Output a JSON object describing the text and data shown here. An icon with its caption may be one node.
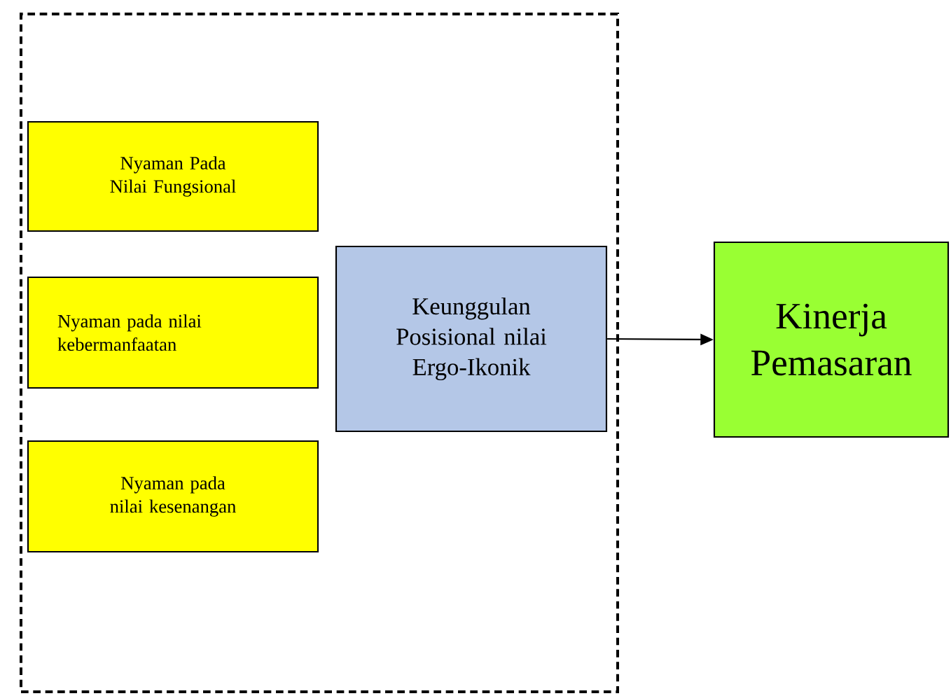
{
  "diagram": {
    "nodes": [
      {
        "text": [],
        "shape": "box"
      },
      {
        "text": [
          "Nyaman Pada Nilai Fungsional"
        ],
        "in": 0
      },
      {
        "text": [
          "Nyaman pada nilai kebermanfaatan"
        ],
        "in": 0
      },
      {
        "text": [
          "Nyaman pada nilai kesenangan"
        ],
        "in": 0
      },
      {
        "text": [
          "Keunggulan Posisional nilai Ergo-Ikonik"
        ],
        "in": 0
      },
      {
        "text": [
          "Kinerja Pemasaran"
        ]
      }
    ],
    "edges": [
      {
        "from": 4,
        "to": 5,
        "arrow": "to"
      }
    ]
  }
}
